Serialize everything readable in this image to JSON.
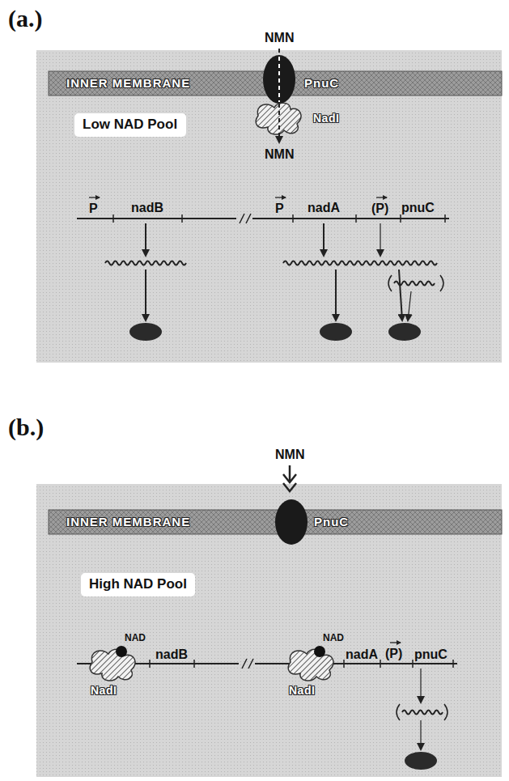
{
  "diagram": {
    "nodes": [
      {
        "text": [
          "(a.)"
        ]
      },
      {
        "text": [
          "INNER MEMBRANE",
          "PnuC"
        ],
        "in": 0
      },
      {
        "text": [
          "NadI"
        ],
        "in": 0
      },
      {
        "text": [
          "Low NAD Pool"
        ],
        "in": 0
      },
      {
        "text": [
          "(b.)"
        ]
      },
      {
        "text": [
          "INNER MEMBRANE",
          "PnuC"
        ],
        "in": 4
      },
      {
        "text": [
          "High NAD Pool"
        ],
        "in": 4
      },
      {
        "text": [
          "NAD",
          "NadI"
        ],
        "in": 4
      },
      {
        "text": [
          "NAD",
          "NadI"
        ],
        "in": 4
      }
    ],
    "labels": [
      "NMN",
      "NMN",
      "P",
      "nadB",
      "P",
      "nadA",
      "(P)",
      "pnuC",
      "NMN",
      "nadB",
      "nadA",
      "(P)",
      "pnuC"
    ]
  }
}
